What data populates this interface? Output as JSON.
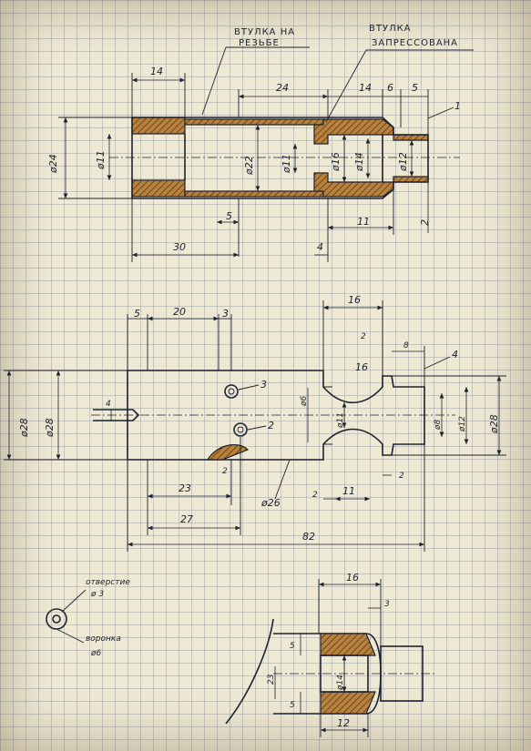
{
  "notes": {
    "threaded_sleeve_line1": "ВТУЛКА НА",
    "threaded_sleeve_line2": "РЕЗЬБЕ",
    "pressed_sleeve_line1": "ВТУЛКА",
    "pressed_sleeve_line2": "ЗАПРЕССОВАНА",
    "hole_line1": "отверстие",
    "hole_line2": "ø 3",
    "funnel_line1": "воронка",
    "funnel_line2": "ø6"
  },
  "view_top": {
    "dims": {
      "d14": "14",
      "d24": "24",
      "d14b": "14",
      "d6": "6",
      "d5": "5",
      "dia24": "ø24",
      "dia11": "ø11",
      "dia22": "ø22",
      "dia11b": "ø11",
      "dia16": "ø16",
      "dia14": "ø14",
      "dia12": "ø12",
      "d5b": "5",
      "d30": "30",
      "d4": "4",
      "d11": "11",
      "d2": "2"
    },
    "part_ref": "1"
  },
  "view_mid": {
    "dims": {
      "d5": "5",
      "d20": "20",
      "d3": "3",
      "d16": "16",
      "d2": "2",
      "d8": "8",
      "r16": "16",
      "dia28": "ø28",
      "dia28b": "ø28",
      "d4": "4",
      "dia6": "ø6",
      "dia11": "ø11",
      "dia8": "ø8",
      "dia12": "ø12",
      "dia28c": "ø28",
      "d23": "23",
      "d27": "27",
      "dia26": "ø26",
      "d2b": "2",
      "d11": "11",
      "d2c": "2",
      "d82": "82",
      "d2d": "2"
    },
    "refs": {
      "r3": "3",
      "r2": "2",
      "r4": "4"
    }
  },
  "view_bot": {
    "dims": {
      "d16": "16",
      "d3": "3",
      "d5": "5",
      "d5b": "5",
      "dia14": "ø14",
      "d23": "23",
      "d12": "12"
    }
  }
}
